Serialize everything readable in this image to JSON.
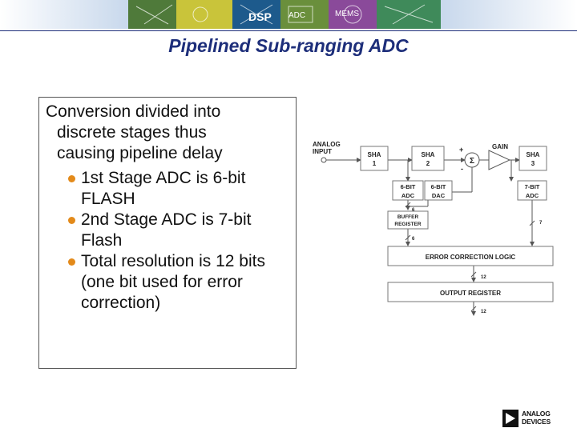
{
  "slide": {
    "title": "Pipelined Sub-ranging ADC",
    "intro_lines": [
      "Conversion divided into",
      "discrete stages thus",
      "causing pipeline delay"
    ],
    "bullets": [
      {
        "lines": [
          "1st Stage ADC is 6-bit",
          "FLASH"
        ]
      },
      {
        "lines": [
          "2nd Stage ADC is 7-bit",
          "Flash"
        ]
      },
      {
        "lines": [
          "Total resolution is 12 bits",
          "(one bit used for error",
          "correction)"
        ]
      }
    ],
    "bullet_color": "#e38a1a",
    "title_color": "#1d2e7a"
  },
  "banner": {
    "labels": [
      "DSP",
      "ADC",
      "MEMS"
    ],
    "colors": [
      "#1d5a8c",
      "#c9c43a",
      "#6a8f3c",
      "#8a4a9a"
    ]
  },
  "diagram": {
    "analog_input": [
      "ANALOG",
      "INPUT"
    ],
    "sha1": [
      "SHA",
      "1"
    ],
    "sha2": [
      "SHA",
      "2"
    ],
    "sha3": [
      "SHA",
      "3"
    ],
    "gain": "GAIN",
    "sum_symbol": "Σ",
    "plus": "+",
    "minus": "-",
    "adc1": [
      "6-BIT",
      "ADC"
    ],
    "dac": [
      "6-BIT",
      "DAC"
    ],
    "adc2": [
      "7-BIT",
      "ADC"
    ],
    "buffer": [
      "BUFFER",
      "REGISTER"
    ],
    "bus_6a": "6",
    "bus_6b": "6",
    "bus_7": "7",
    "bus_12a": "12",
    "bus_12b": "12",
    "error_logic": "ERROR CORRECTION LOGIC",
    "output_register": "OUTPUT REGISTER"
  },
  "logo": {
    "line1": "ANALOG",
    "line2": "DEVICES"
  }
}
